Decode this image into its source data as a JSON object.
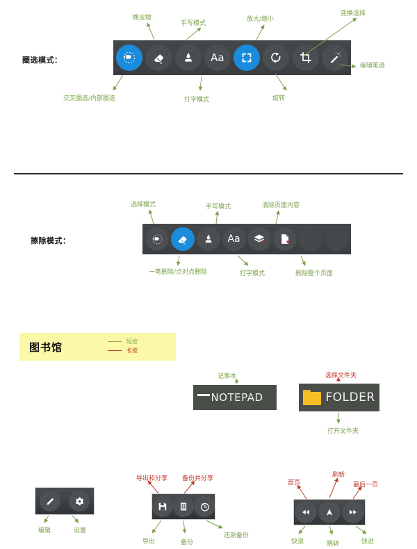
{
  "sections": {
    "select_mode": {
      "label": "圈选模式：",
      "toolbar": {
        "buttons": [
          {
            "name": "lasso-select",
            "icon": "lasso-icon",
            "state": "active"
          },
          {
            "name": "eraser",
            "icon": "eraser-icon",
            "state": "normal"
          },
          {
            "name": "pen",
            "icon": "pen-icon",
            "state": "normal"
          },
          {
            "name": "text",
            "icon": "aa-text-icon",
            "label": "Aa",
            "state": "normal"
          },
          {
            "name": "zoom",
            "icon": "resize-arrows-icon",
            "state": "active"
          },
          {
            "name": "rotate",
            "icon": "rotate-icon",
            "state": "normal"
          },
          {
            "name": "crop",
            "icon": "crop-icon",
            "state": "normal"
          },
          {
            "name": "magic-wand",
            "icon": "magic-wand-icon",
            "state": "normal"
          }
        ]
      },
      "annotations_top": [
        {
          "text": "橡皮擦"
        },
        {
          "text": "手写模式"
        },
        {
          "text": "放大/缩小"
        },
        {
          "text": "变换选择"
        }
      ],
      "annotations_bottom": [
        {
          "text": "交叉圈选/内部圈选"
        },
        {
          "text": "打字模式"
        },
        {
          "text": "旋转"
        }
      ],
      "annotation_right": {
        "text": "编辑笔迹"
      }
    },
    "erase_mode": {
      "label": "擦除模式：",
      "toolbar": {
        "buttons": [
          {
            "name": "select",
            "icon": "lasso-icon",
            "state": "normal"
          },
          {
            "name": "eraser",
            "icon": "eraser-icon",
            "state": "active"
          },
          {
            "name": "pen",
            "icon": "pen-icon",
            "state": "normal"
          },
          {
            "name": "text",
            "icon": "aa-text-icon",
            "label": "Aa",
            "state": "normal"
          },
          {
            "name": "clear-page",
            "icon": "clear-layers-icon",
            "state": "normal"
          },
          {
            "name": "delete-page",
            "icon": "delete-page-icon",
            "state": "normal"
          },
          {
            "name": "empty-slot-1",
            "icon": "empty-icon",
            "state": "empty"
          },
          {
            "name": "empty-slot-2",
            "icon": "empty-icon",
            "state": "empty"
          }
        ]
      },
      "annotations_top": [
        {
          "text": "选择模式"
        },
        {
          "text": "手写模式"
        },
        {
          "text": "清除页面内容"
        }
      ],
      "annotations_bottom": [
        {
          "text": "一笔删除/点对点删除"
        },
        {
          "text": "打字模式"
        },
        {
          "text": "删除整个页面"
        }
      ]
    },
    "library": {
      "title": "图书馆",
      "legend": [
        {
          "text": "短按",
          "color": "#8aaa55"
        },
        {
          "text": "长按",
          "color": "#c0392b"
        }
      ],
      "tiles": [
        {
          "name": "notepad",
          "label": "NOTEPAD",
          "icon": "book-icon",
          "ann_top": "记事本",
          "ann_top_color": "#7ba24a"
        },
        {
          "name": "folder",
          "label": "FOLDER",
          "icon": "folder-icon",
          "ann_top": "选择文件夹",
          "ann_top_color": "#c0392b",
          "ann_bottom": "打开文件夹",
          "ann_bottom_color": "#7ba24a"
        }
      ]
    },
    "edit_bar": {
      "buttons": [
        {
          "name": "edit",
          "icon": "pencil-icon",
          "ann_bottom": "编辑"
        },
        {
          "name": "settings",
          "icon": "gear-icon",
          "ann_bottom": "设置"
        }
      ]
    },
    "backup_bar": {
      "buttons": [
        {
          "name": "export",
          "icon": "save-icon",
          "ann_top": "导出和分享",
          "ann_bottom": "导出"
        },
        {
          "name": "backup",
          "icon": "backup-icon",
          "ann_top": "备份并分享",
          "ann_bottom": "备份"
        },
        {
          "name": "restore",
          "icon": "history-icon",
          "ann_bottom": "还原备份"
        }
      ]
    },
    "nav_bar": {
      "buttons": [
        {
          "name": "rewind",
          "icon": "rewind-icon",
          "ann_top": "首页",
          "ann_bottom": "快退"
        },
        {
          "name": "jump",
          "icon": "play-up-icon",
          "ann_top": "刷新",
          "ann_bottom": "跳转"
        },
        {
          "name": "forward",
          "icon": "fast-forward-icon",
          "ann_top": "最后一页",
          "ann_bottom": "快进"
        }
      ]
    }
  },
  "colors": {
    "accent_blue": "#1a8cdb",
    "toolbar_bg": "#3e4245",
    "green_annotation": "#7ba24a",
    "red_annotation": "#c0392b",
    "library_highlight": "#fbf8a8",
    "notepad_red": "#e8402a",
    "folder_yellow": "#f5c024"
  }
}
